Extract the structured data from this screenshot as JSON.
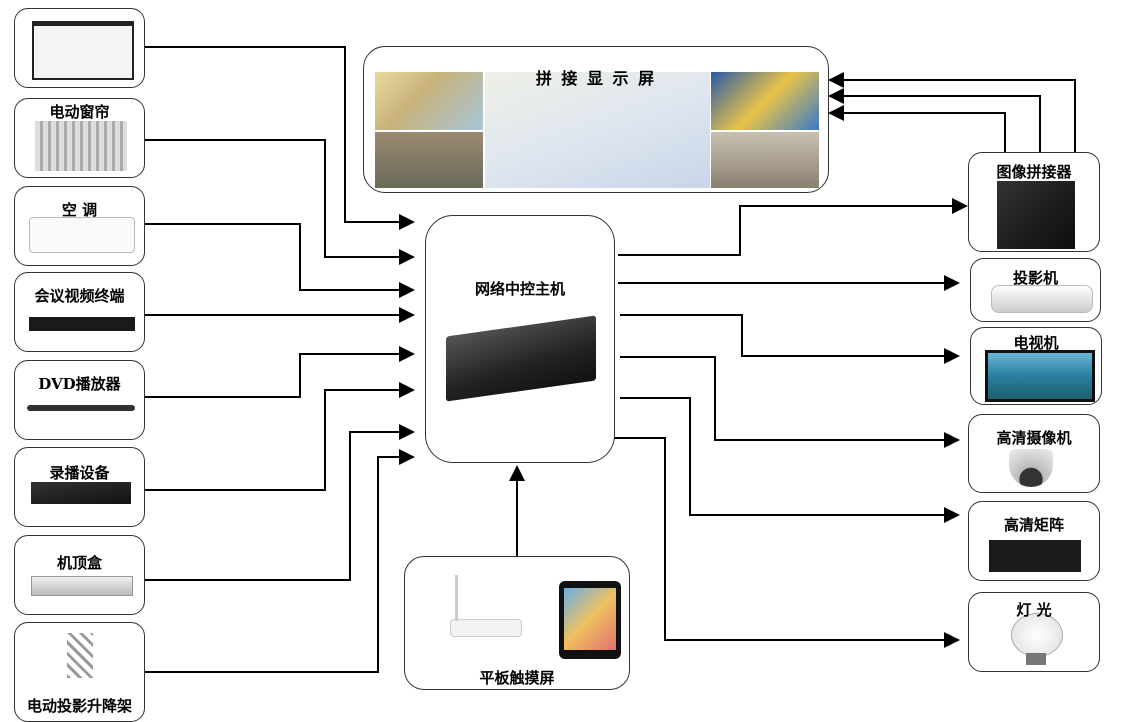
{
  "screen_wall": {
    "title": "拼 接 显 示 屏"
  },
  "controller": {
    "title": "网络中控主机"
  },
  "tablet": {
    "title": "平板触摸屏"
  },
  "inputs": [
    {
      "label": ""
    },
    {
      "label": "电动窗帘"
    },
    {
      "label": "空 调"
    },
    {
      "label": "会议视频终端"
    },
    {
      "label": "DVD播放器"
    },
    {
      "label": "录播设备"
    },
    {
      "label": "机顶盒"
    },
    {
      "label": "电动投影升降架"
    }
  ],
  "outputs": [
    {
      "label": "图像拼接器"
    },
    {
      "label": "投影机"
    },
    {
      "label": "电视机"
    },
    {
      "label": "高清摄像机"
    },
    {
      "label": "高清矩阵"
    },
    {
      "label": "灯 光"
    }
  ]
}
